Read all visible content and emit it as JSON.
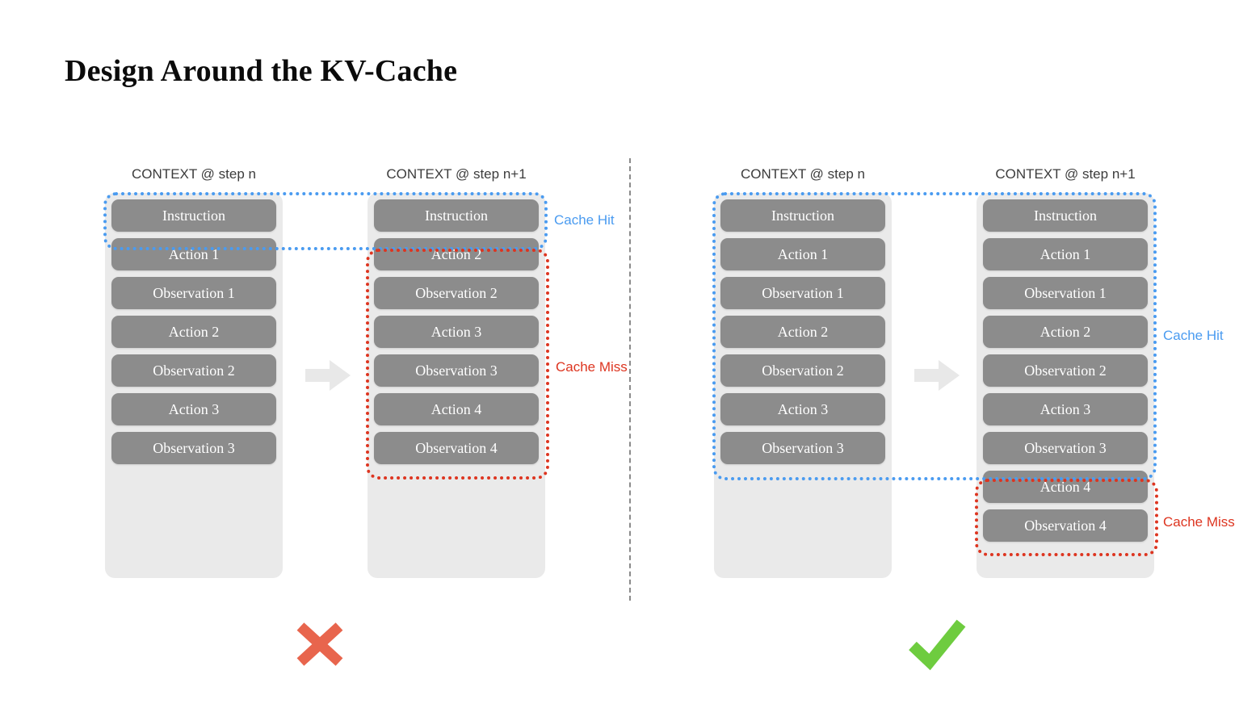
{
  "title": "Design Around the KV-Cache",
  "headers": {
    "step_n": "CONTEXT @ step n",
    "step_n1": "CONTEXT @ step n+1"
  },
  "labels": {
    "cache_hit": "Cache Hit",
    "cache_miss": "Cache Miss"
  },
  "colors": {
    "cache_hit": "#4a9bf0",
    "cache_miss": "#dd3520",
    "item_fill": "#8c8c8c",
    "panel_bg": "#eaeaea",
    "cross": "#e8654d",
    "check": "#6ecc3f",
    "divider": "#8a8a8a",
    "arrow": "#e8e8e8"
  },
  "icons": {
    "arrow": "arrow-right-icon",
    "cross": "cross-mark-icon",
    "check": "check-mark-icon"
  },
  "left_panel": {
    "verdict": "✕",
    "step_n_items": [
      "Instruction",
      "Action 1",
      "Observation 1",
      "Action 2",
      "Observation 2",
      "Action 3",
      "Observation 3"
    ],
    "step_n1_items": [
      "Instruction",
      "Action 2",
      "Observation 2",
      "Action 3",
      "Observation 3",
      "Action 4",
      "Observation 4"
    ]
  },
  "right_panel": {
    "verdict": "✓",
    "step_n_items": [
      "Instruction",
      "Action 1",
      "Observation 1",
      "Action 2",
      "Observation 2",
      "Action 3",
      "Observation 3"
    ],
    "step_n1_items": [
      "Instruction",
      "Action 1",
      "Observation 1",
      "Action 2",
      "Observation 2",
      "Action 3",
      "Observation 3",
      "Action 4",
      "Observation 4"
    ]
  }
}
